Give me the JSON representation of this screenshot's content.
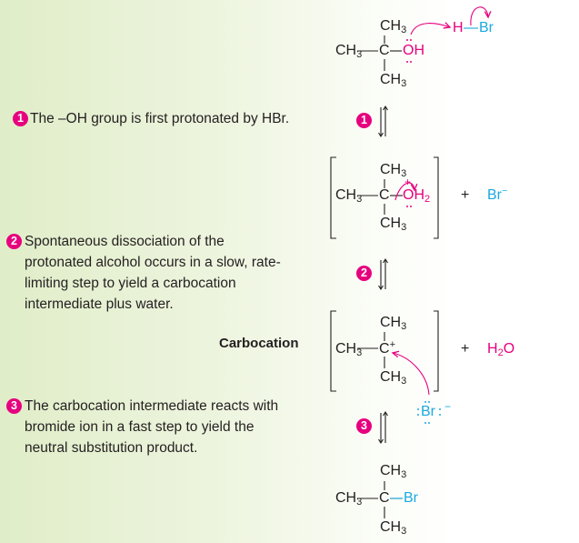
{
  "colors": {
    "accent": "#e6007e",
    "bromine": "#1ba9e1",
    "background_left": "#e0edc8"
  },
  "steps": [
    {
      "number": "1",
      "lines": [
        "The –OH group is first protonated by HBr."
      ]
    },
    {
      "number": "2",
      "lines": [
        "Spontaneous dissociation of the",
        "protonated alcohol occurs in a slow, rate-",
        "limiting step to yield a carbocation",
        "intermediate plus water."
      ]
    },
    {
      "number": "3",
      "lines": [
        "The carbocation intermediate reacts with",
        "bromide ion in a fast step to yield the",
        "neutral substitution product."
      ]
    }
  ],
  "carbocation_label": "Carbocation",
  "molecules": {
    "alcohol": {
      "top": "CH3",
      "left": "CH3",
      "center": "C",
      "right": "OH",
      "bottom": "CH3"
    },
    "hbr": {
      "h": "H",
      "br": "Br"
    },
    "protonated": {
      "top": "CH3",
      "left": "CH3",
      "center": "C",
      "right": "OH2",
      "charge": "+",
      "bottom": "CH3"
    },
    "bromide_1": {
      "symbol": "Br",
      "charge": "−"
    },
    "carbocation": {
      "top": "CH3",
      "left": "CH3",
      "center": "C",
      "charge": "+",
      "bottom": "CH3"
    },
    "water": {
      "formula": "H2O"
    },
    "bromide_2": {
      "symbol": "Br",
      "charge": "−"
    },
    "product": {
      "top": "CH3",
      "left": "CH3",
      "center": "C",
      "right": "Br",
      "bottom": "CH3"
    }
  },
  "plus": "+"
}
